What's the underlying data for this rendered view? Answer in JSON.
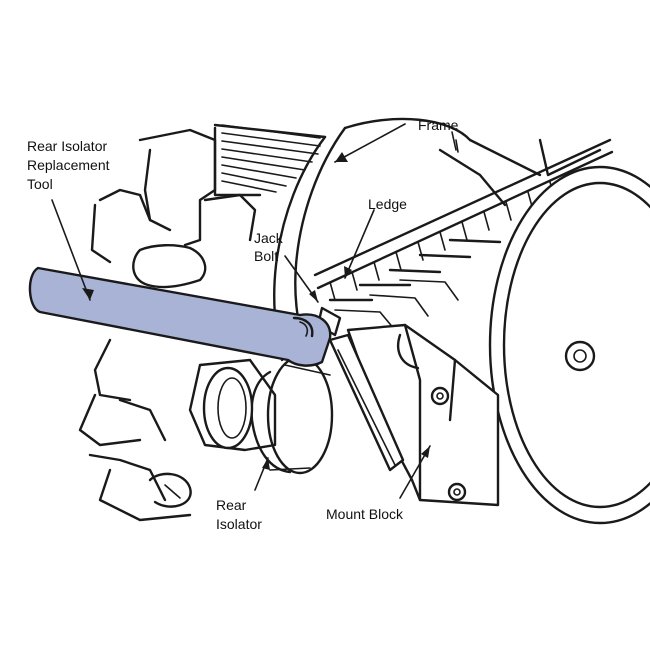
{
  "labels": {
    "tool_line1": "Rear Isolator",
    "tool_line2": "Replacement",
    "tool_line3": "Tool",
    "frame": "Frame",
    "ledge": "Ledge",
    "jack_line1": "Jack",
    "jack_line2": "Bolt",
    "isolator_line1": "Rear",
    "isolator_line2": "Isolator",
    "mount_block": "Mount Block"
  },
  "colors": {
    "tool_fill": "#a9b3d6",
    "ink": "#1a1a1a",
    "background": "#ffffff"
  }
}
